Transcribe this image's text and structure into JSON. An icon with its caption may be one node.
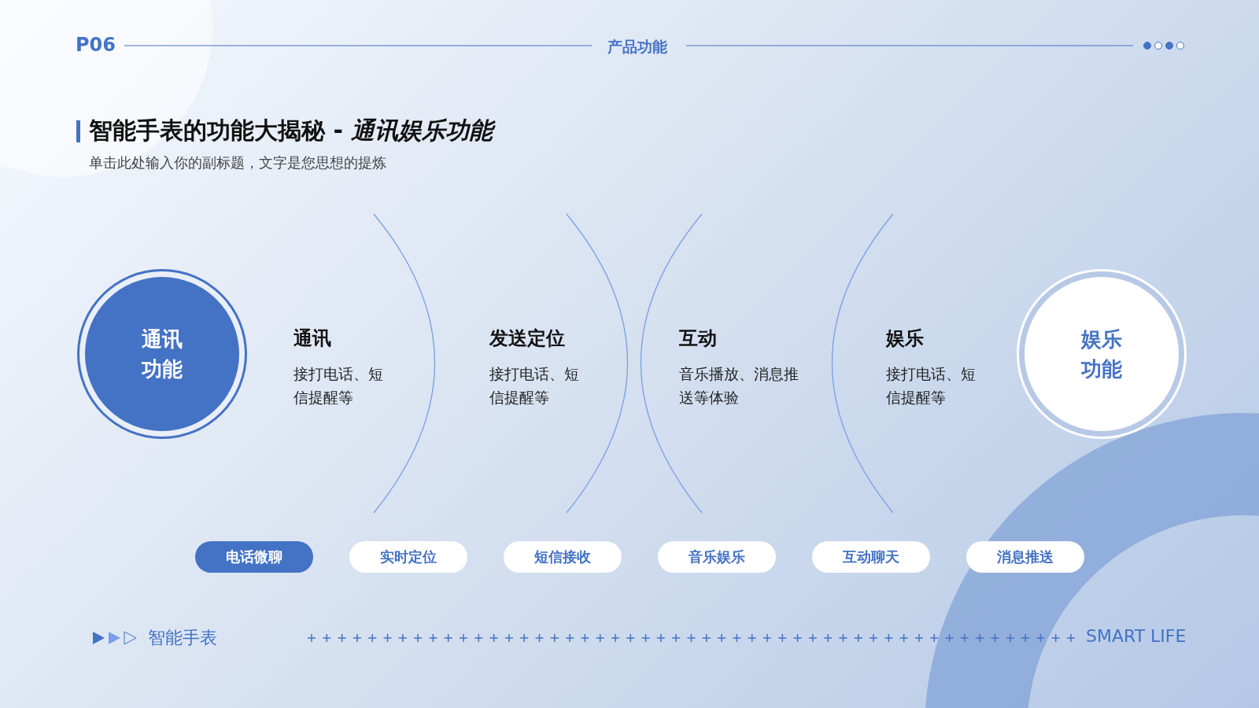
{
  "diagram": {
    "title": "智能手表的功能大揭秘 - *通讯娱乐功能*",
    "nodes": [
      {
        "text": [
          "通讯功能"
        ]
      },
      {
        "text": [
          "娱乐功能"
        ]
      },
      {
        "text": [
          "电话微聊"
        ]
      },
      {
        "text": [
          "实时定位"
        ]
      },
      {
        "text": [
          "短信接收"
        ]
      },
      {
        "text": [
          "音乐娱乐"
        ]
      },
      {
        "text": [
          "互动聊天"
        ]
      },
      {
        "text": [
          "消息推送"
        ]
      }
    ],
    "labels": [
      "P06",
      "产品功能",
      "单击此处输入你的副标题，文字是您思想的提炼",
      "通讯",
      "接打电话、短信提醒等",
      "发送定位",
      "接打电话、短信提醒等",
      "互动",
      "音乐播放、消息推送等体验",
      "娱乐",
      "接打电话、短信提醒等",
      "智能手表",
      "SMART LIFE"
    ]
  }
}
